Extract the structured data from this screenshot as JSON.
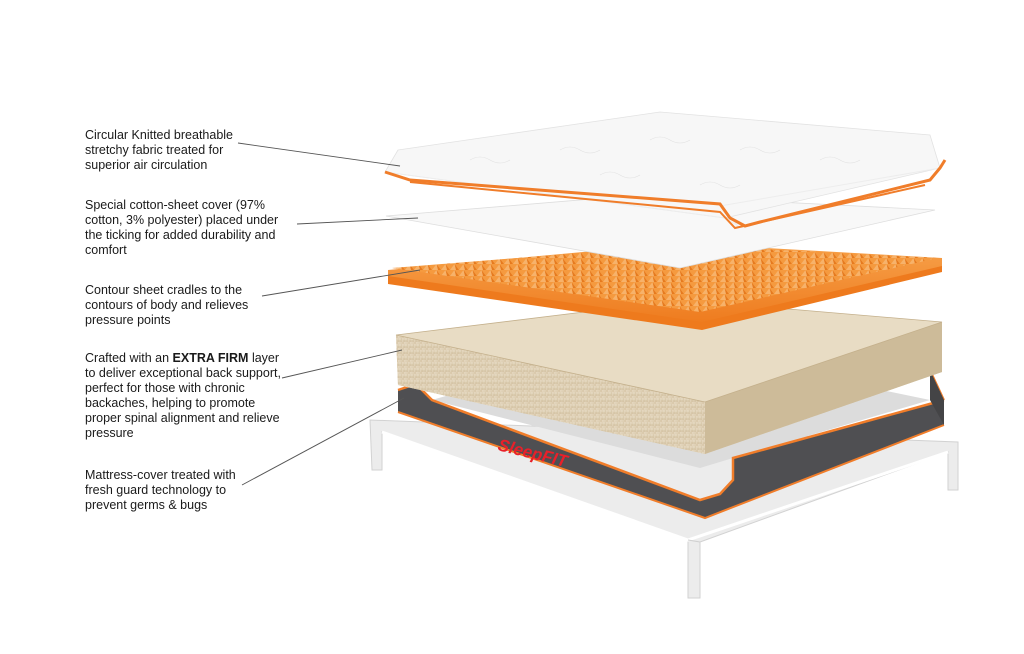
{
  "callouts": [
    {
      "text": "Circular Knitted breathable stretchy fabric treated for superior air circulation"
    },
    {
      "before": "Special cotton-sheet cover (97% cotton, 3% polyester) placed under the ticking for added durability and comfort"
    },
    {
      "text": "Contour sheet cradles to the contours of body and relieves pressure points"
    },
    {
      "before": "Crafted with an ",
      "emphasis": "EXTRA FIRM",
      "after": " layer to deliver exceptional back support, perfect for those with chronic backaches, helping to promote proper spinal alignment and relieve pressure"
    },
    {
      "text": "Mattress-cover treated with fresh guard technology to prevent germs & bugs"
    }
  ],
  "brand": {
    "text": "SleepFIT"
  },
  "colors": {
    "accent": "#f07d2a",
    "foam": "#dfd0b6",
    "cover_dark": "#4e4e50",
    "frame": "#ececec",
    "brand": "#e8202a"
  }
}
